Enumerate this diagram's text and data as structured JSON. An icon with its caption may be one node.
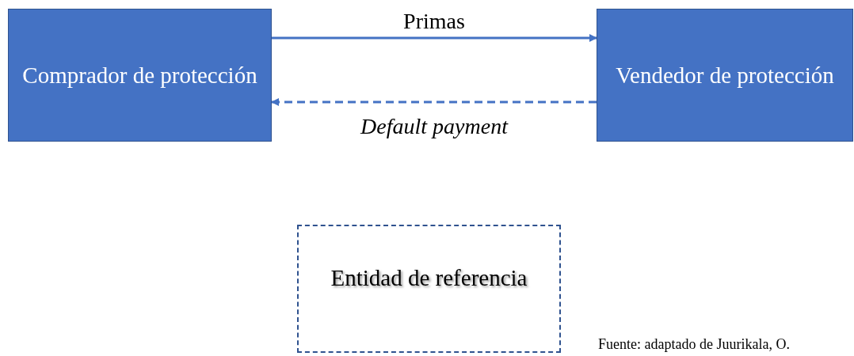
{
  "diagram": {
    "nodes": [
      {
        "text": [
          "Comprador de protección"
        ]
      },
      {
        "text": [
          "Vendedor de protección"
        ]
      },
      {
        "text": [
          "Entidad de referencia"
        ]
      }
    ],
    "edges": [
      {
        "from": 0,
        "to": 1,
        "arrow": "to",
        "label": "Primas"
      },
      {
        "from": 1,
        "to": 0,
        "arrow": "to",
        "label": "Default payment",
        "style": "dashed"
      }
    ],
    "labels": [
      "Fuente: adaptado de Juurikala, O."
    ]
  }
}
